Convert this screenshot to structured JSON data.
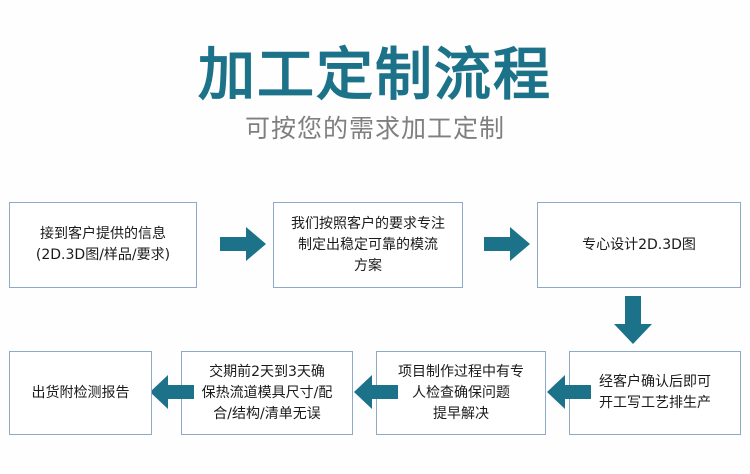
{
  "header": {
    "title": "加工定制流程",
    "subtitle": "可按您的需求加工定制",
    "title_color": "#1b7289",
    "subtitle_color": "#7f7f7f"
  },
  "flow": {
    "accent_color": "#1b7289",
    "node_border_color": "#8fa9c9",
    "node_fill_color": "#ffffff",
    "nodes": [
      {
        "id": "step-1",
        "text": "接到客户提供的信息\n(2D.3D图/样品/要求)"
      },
      {
        "id": "step-2",
        "text": "我们按照客户的要求专注\n制定出稳定可靠的模流\n方案"
      },
      {
        "id": "step-3",
        "text": "专心设计2D.3D图"
      },
      {
        "id": "step-4",
        "text": "经客户确认后即可\n开工写工艺排生产"
      },
      {
        "id": "step-5",
        "text": "项目制作过程中有专\n人检查确保问题\n提早解决"
      },
      {
        "id": "step-6",
        "text": "交期前2天到3天确\n保热流道模具尺寸/配\n合/结构/清单无误"
      },
      {
        "id": "step-7",
        "text": "出货附检测报告"
      }
    ],
    "connectors": [
      {
        "id": "arrow-step1-to-step2",
        "direction": "right"
      },
      {
        "id": "arrow-step2-to-step3",
        "direction": "right"
      },
      {
        "id": "arrow-step3-to-step4",
        "direction": "down"
      },
      {
        "id": "arrow-step4-to-step5",
        "direction": "left"
      },
      {
        "id": "arrow-step5-to-step6",
        "direction": "left"
      },
      {
        "id": "arrow-step6-to-step7",
        "direction": "left"
      }
    ]
  }
}
